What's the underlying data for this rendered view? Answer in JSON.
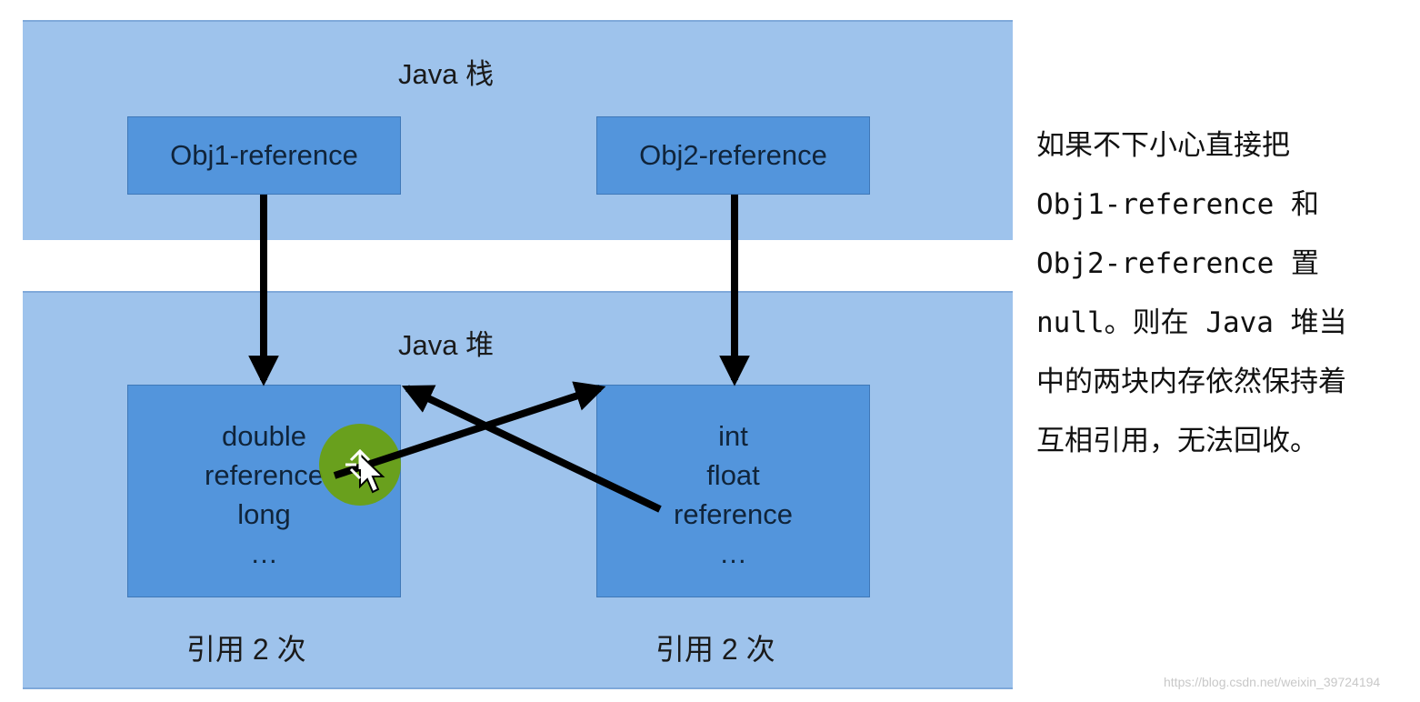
{
  "stack": {
    "title": "Java 栈",
    "references": [
      "Obj1-reference",
      "Obj2-reference"
    ]
  },
  "heap": {
    "title": "Java 堆",
    "objects": [
      {
        "fields": [
          "double",
          "reference",
          "long",
          "…"
        ],
        "count_label": "引用 2 次"
      },
      {
        "fields": [
          "int",
          "float",
          "reference",
          "…"
        ],
        "count_label": "引用 2 次"
      }
    ]
  },
  "note": {
    "lines": [
      "如果不下小心直接把",
      "Obj1-reference 和",
      "Obj2-reference 置",
      "null。则在 Java 堆当",
      "中的两块内存依然保持着",
      "互相引用，无法回收。"
    ]
  },
  "watermark": "https://blog.csdn.net/weixin_39724194",
  "colors": {
    "region": "#9ec3ec",
    "box": "#5395dc",
    "arrow": "#000000",
    "cursor_highlight": "#6aa012"
  },
  "icons": [
    "cursor-icon"
  ]
}
